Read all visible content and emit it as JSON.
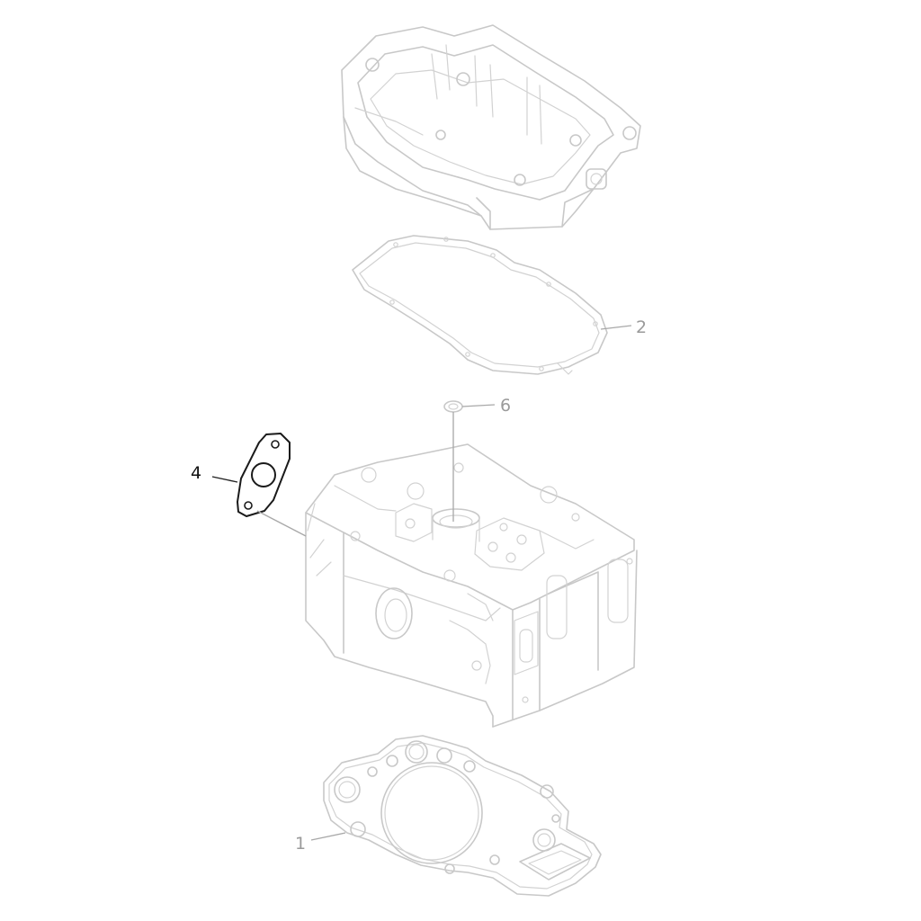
{
  "parts": [
    {
      "id": "part-1",
      "callout": "1",
      "name": "cylinder-head-gasket",
      "highlighted": false
    },
    {
      "id": "part-2",
      "callout": "2",
      "name": "cover-gasket",
      "highlighted": false
    },
    {
      "id": "part-4",
      "callout": "4",
      "name": "flange-gasket",
      "highlighted": true
    },
    {
      "id": "part-6",
      "callout": "6",
      "name": "seal-ring",
      "highlighted": false
    }
  ],
  "colors": {
    "faint_line": "#c8c8c8",
    "highlight_line": "#1a1a1a",
    "callout_text": "#9a9a9a",
    "callout_text_highlight": "#111111"
  }
}
